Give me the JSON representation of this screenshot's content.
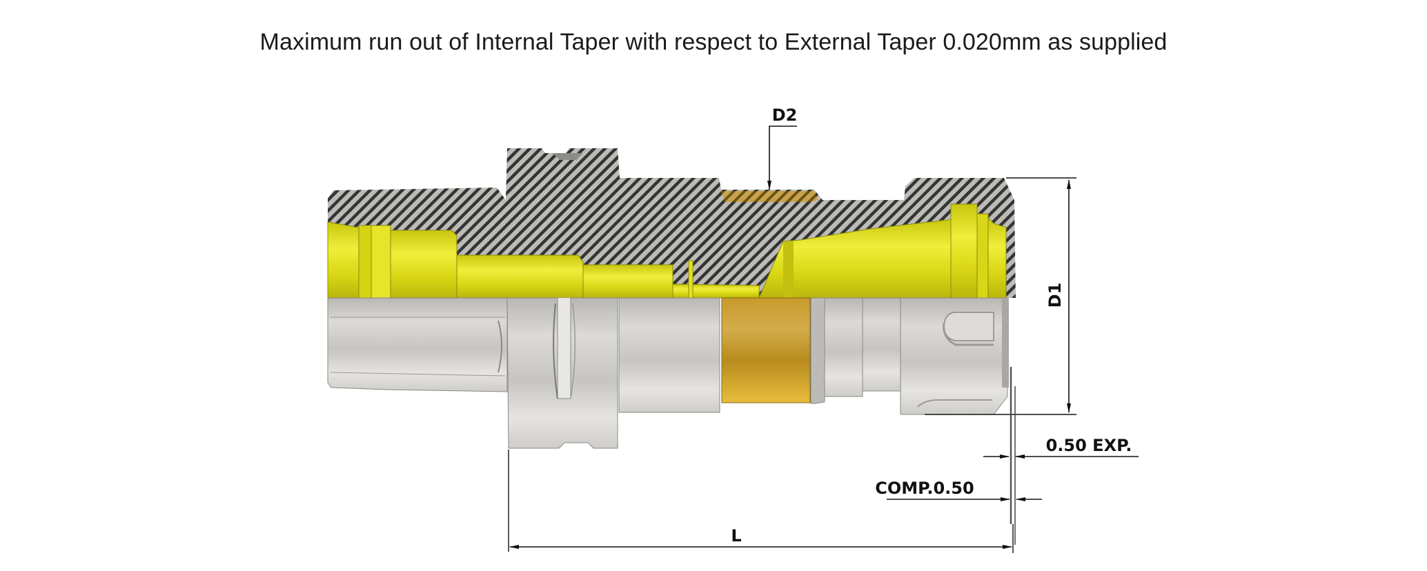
{
  "title": "Maximum run out of Internal Taper with respect to External Taper 0.020mm as supplied",
  "diagram": {
    "subject": "collet chuck toolholder, half cross-section",
    "labels": {
      "d2": "D2",
      "d1": "D1",
      "expansion": "0.50 EXP.",
      "compression": "COMP.0.50",
      "length": "L"
    },
    "colors": {
      "section_hatch_bg": "#b9b7b2",
      "hatch_line": "#3a3a3a",
      "bore_yellow": "#e3e21c",
      "bore_yellow_dark": "#b7b50c",
      "brass_ring": "#cfa22f",
      "steel_light": "#e2e0dc",
      "steel_mid": "#c9c7c3",
      "dimension_line": "#111111"
    }
  }
}
